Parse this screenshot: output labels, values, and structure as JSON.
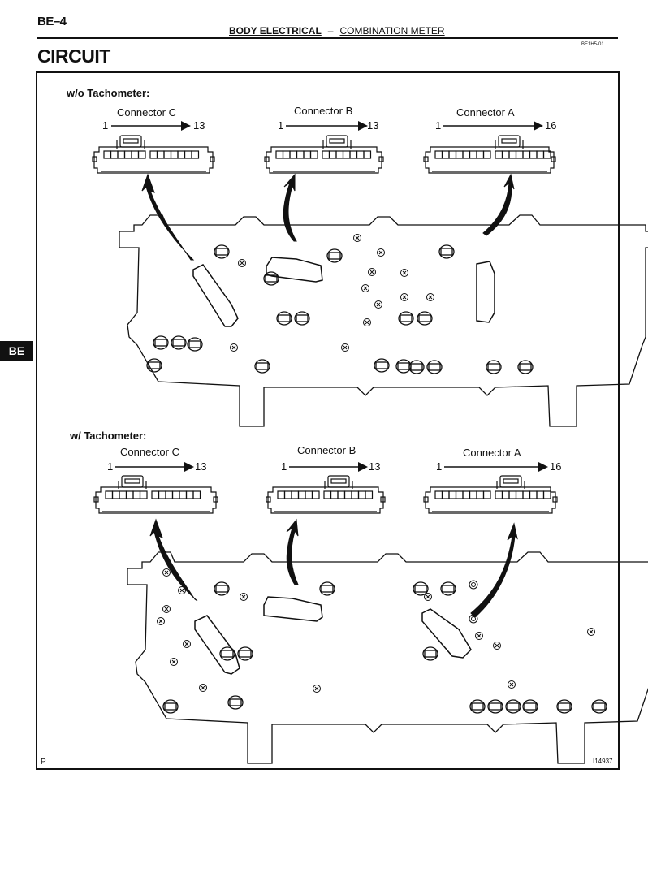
{
  "header": {
    "page_number": "BE–4",
    "section": "BODY ELECTRICAL",
    "separator": "–",
    "subsection": "COMBINATION METER",
    "doc_code": "BE1H5-01"
  },
  "title": "CIRCUIT",
  "side_tab": "BE",
  "figure": {
    "corner_mark": "P",
    "figure_id": "I14937",
    "variants": [
      {
        "label": "w/o Tachometer:",
        "connectors": [
          {
            "name": "Connector C",
            "pin_start": "1",
            "pin_end": "13"
          },
          {
            "name": "Connector B",
            "pin_start": "1",
            "pin_end": "13"
          },
          {
            "name": "Connector A",
            "pin_start": "1",
            "pin_end": "16"
          }
        ]
      },
      {
        "label": "w/ Tachometer:",
        "connectors": [
          {
            "name": "Connector C",
            "pin_start": "1",
            "pin_end": "13"
          },
          {
            "name": "Connector B",
            "pin_start": "1",
            "pin_end": "13"
          },
          {
            "name": "Connector A",
            "pin_start": "1",
            "pin_end": "16"
          }
        ]
      }
    ]
  }
}
